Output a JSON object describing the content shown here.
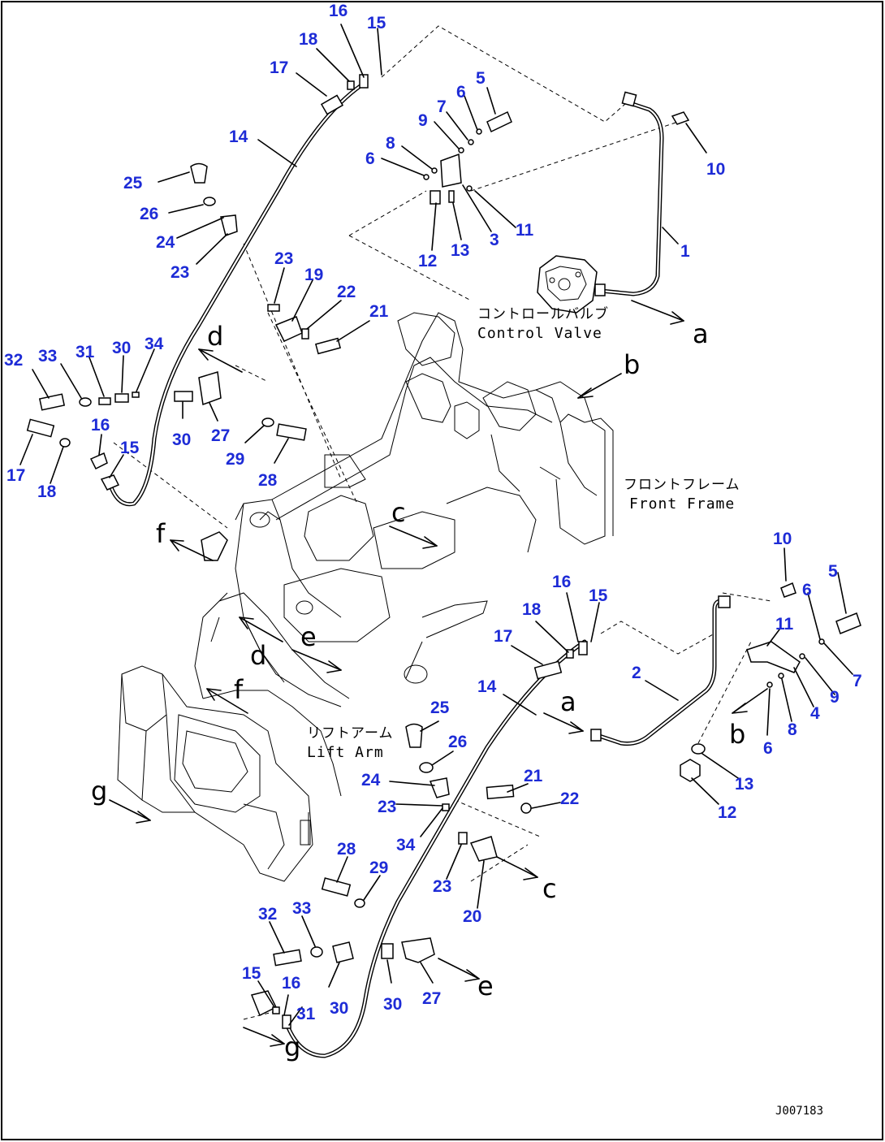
{
  "callouts": [
    {
      "id": "c-top-16",
      "text": "16"
    },
    {
      "id": "c-top-15",
      "text": "15"
    },
    {
      "id": "c-top-18",
      "text": "18"
    },
    {
      "id": "c-top-17",
      "text": "17"
    },
    {
      "id": "c-top-14",
      "text": "14"
    },
    {
      "id": "c-top-5",
      "text": "5"
    },
    {
      "id": "c-top-6a",
      "text": "6"
    },
    {
      "id": "c-top-7",
      "text": "7"
    },
    {
      "id": "c-top-9",
      "text": "9"
    },
    {
      "id": "c-top-8",
      "text": "8"
    },
    {
      "id": "c-top-6b",
      "text": "6"
    },
    {
      "id": "c-top-10",
      "text": "10"
    },
    {
      "id": "c-top-11",
      "text": "11"
    },
    {
      "id": "c-top-3",
      "text": "3"
    },
    {
      "id": "c-top-13",
      "text": "13"
    },
    {
      "id": "c-top-12",
      "text": "12"
    },
    {
      "id": "c-top-1",
      "text": "1"
    },
    {
      "id": "c-top-25",
      "text": "25"
    },
    {
      "id": "c-top-26",
      "text": "26"
    },
    {
      "id": "c-top-24",
      "text": "24"
    },
    {
      "id": "c-top-23a",
      "text": "23"
    },
    {
      "id": "c-top-23b",
      "text": "23"
    },
    {
      "id": "c-top-19",
      "text": "19"
    },
    {
      "id": "c-top-22",
      "text": "22"
    },
    {
      "id": "c-top-21",
      "text": "21"
    },
    {
      "id": "c-left-32",
      "text": "32"
    },
    {
      "id": "c-left-33",
      "text": "33"
    },
    {
      "id": "c-left-31",
      "text": "31"
    },
    {
      "id": "c-left-30a",
      "text": "30"
    },
    {
      "id": "c-left-34",
      "text": "34"
    },
    {
      "id": "c-left-30b",
      "text": "30"
    },
    {
      "id": "c-left-27",
      "text": "27"
    },
    {
      "id": "c-left-29",
      "text": "29"
    },
    {
      "id": "c-left-28",
      "text": "28"
    },
    {
      "id": "c-left-16",
      "text": "16"
    },
    {
      "id": "c-left-15",
      "text": "15"
    },
    {
      "id": "c-left-17",
      "text": "17"
    },
    {
      "id": "c-left-18",
      "text": "18"
    },
    {
      "id": "c-right-10",
      "text": "10"
    },
    {
      "id": "c-right-5",
      "text": "5"
    },
    {
      "id": "c-right-6a",
      "text": "6"
    },
    {
      "id": "c-right-11",
      "text": "11"
    },
    {
      "id": "c-right-7",
      "text": "7"
    },
    {
      "id": "c-right-9",
      "text": "9"
    },
    {
      "id": "c-right-4",
      "text": "4"
    },
    {
      "id": "c-right-8",
      "text": "8"
    },
    {
      "id": "c-right-6b",
      "text": "6"
    },
    {
      "id": "c-right-13",
      "text": "13"
    },
    {
      "id": "c-right-12",
      "text": "12"
    },
    {
      "id": "c-right-2",
      "text": "2"
    },
    {
      "id": "c-mid-16",
      "text": "16"
    },
    {
      "id": "c-mid-15",
      "text": "15"
    },
    {
      "id": "c-mid-18",
      "text": "18"
    },
    {
      "id": "c-mid-17",
      "text": "17"
    },
    {
      "id": "c-mid-14",
      "text": "14"
    },
    {
      "id": "c-mid-25",
      "text": "25"
    },
    {
      "id": "c-mid-26",
      "text": "26"
    },
    {
      "id": "c-mid-24",
      "text": "24"
    },
    {
      "id": "c-mid-23a",
      "text": "23"
    },
    {
      "id": "c-mid-21",
      "text": "21"
    },
    {
      "id": "c-mid-22",
      "text": "22"
    },
    {
      "id": "c-mid-34",
      "text": "34"
    },
    {
      "id": "c-mid-23b",
      "text": "23"
    },
    {
      "id": "c-mid-20",
      "text": "20"
    },
    {
      "id": "c-bot-28",
      "text": "28"
    },
    {
      "id": "c-bot-29",
      "text": "29"
    },
    {
      "id": "c-bot-32",
      "text": "32"
    },
    {
      "id": "c-bot-33",
      "text": "33"
    },
    {
      "id": "c-bot-30a",
      "text": "30"
    },
    {
      "id": "c-bot-30b",
      "text": "30"
    },
    {
      "id": "c-bot-27",
      "text": "27"
    },
    {
      "id": "c-bot-15",
      "text": "15"
    },
    {
      "id": "c-bot-16",
      "text": "16"
    },
    {
      "id": "c-bot-31",
      "text": "31"
    }
  ],
  "arrow_letters": [
    {
      "id": "l-a1",
      "text": "a"
    },
    {
      "id": "l-b1",
      "text": "b"
    },
    {
      "id": "l-d1",
      "text": "d"
    },
    {
      "id": "l-c1",
      "text": "c"
    },
    {
      "id": "l-f1",
      "text": "f"
    },
    {
      "id": "l-d2",
      "text": "d"
    },
    {
      "id": "l-e1",
      "text": "e"
    },
    {
      "id": "l-f2",
      "text": "f"
    },
    {
      "id": "l-a2",
      "text": "a"
    },
    {
      "id": "l-b2",
      "text": "b"
    },
    {
      "id": "l-c2",
      "text": "c"
    },
    {
      "id": "l-g1",
      "text": "g"
    },
    {
      "id": "l-e2",
      "text": "e"
    },
    {
      "id": "l-g2",
      "text": "g"
    }
  ],
  "component_labels": {
    "control_valve_jp": "コントロールバルブ",
    "control_valve_en": "Control Valve",
    "front_frame_jp": "フロントフレーム",
    "front_frame_en": "Front Frame",
    "lift_arm_jp": "リフトアーム",
    "lift_arm_en": "Lift Arm"
  },
  "drawing_code": "J007183",
  "colors": {
    "callout": "#1d2bd6",
    "line": "#000000",
    "background": "#ffffff"
  }
}
